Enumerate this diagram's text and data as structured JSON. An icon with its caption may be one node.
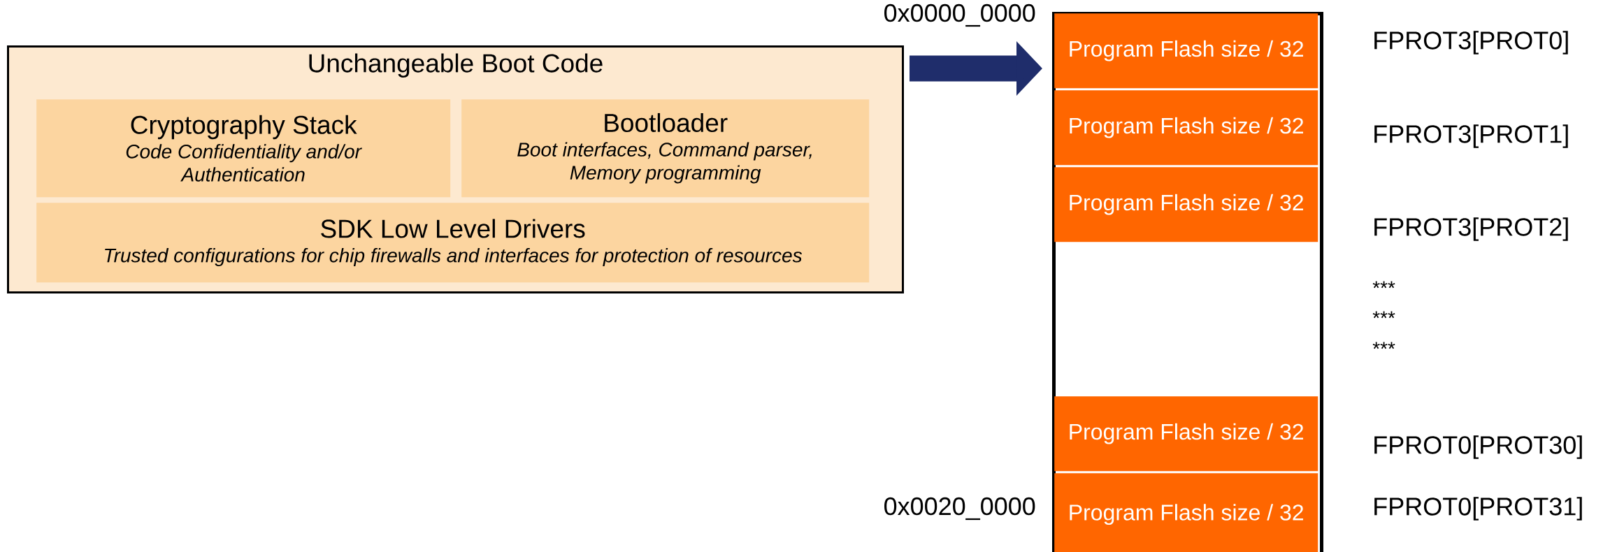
{
  "diagram": {
    "nodes": [
      {
        "text": [
          "Unchangeable Boot Code"
        ]
      },
      {
        "text": [
          "Cryptography Stack",
          "Code Confidentiality and/or Authentication"
        ],
        "in": 0
      },
      {
        "text": [
          "Bootloader",
          "Boot interfaces, Command parser, Memory programming"
        ],
        "in": 0
      },
      {
        "text": [
          "SDK Low Level Drivers",
          "Trusted configurations for chip firewalls and interfaces for protection of resources"
        ],
        "in": 0
      },
      {
        "text": [],
        "shape": "box"
      },
      {
        "text": [
          "Program Flash size / 32"
        ],
        "in": 4
      },
      {
        "text": [
          "Program Flash size / 32"
        ],
        "in": 4
      },
      {
        "text": [
          "Program Flash size / 32"
        ],
        "in": 4
      },
      {
        "text": [
          "Program Flash size / 32"
        ],
        "in": 4
      },
      {
        "text": [
          "Program Flash size / 32"
        ],
        "in": 4
      }
    ],
    "edges": [
      {
        "from": 0,
        "to": 5,
        "arrow": "to"
      }
    ],
    "labels": [
      "0x0000_0000",
      "FPROT3[PROT0]",
      "FPROT3[PROT1]",
      "FPROT3[PROT2]",
      "***",
      "***",
      "***",
      "FPROT0[PROT30]",
      "0x0020_0000",
      "FPROT0[PROT31]"
    ]
  }
}
